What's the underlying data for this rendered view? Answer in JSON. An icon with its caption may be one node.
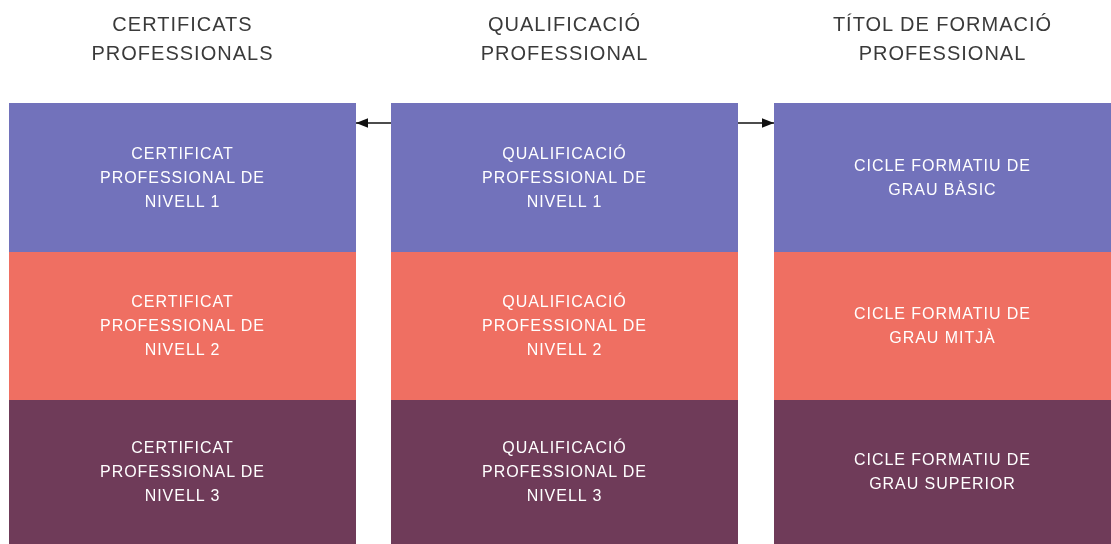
{
  "diagram": {
    "nodes": [
      {
        "text": [
          "CERTIFICAT PROFESSIONAL DE NIVELL 1"
        ]
      },
      {
        "text": [
          "QUALIFICACIÓ PROFESSIONAL DE NIVELL 1"
        ]
      },
      {
        "text": [
          "CICLE FORMATIU DE GRAU BÀSIC"
        ]
      },
      {
        "text": [
          "CERTIFICAT PROFESSIONAL DE NIVELL 2"
        ]
      },
      {
        "text": [
          "QUALIFICACIÓ PROFESSIONAL DE NIVELL 2"
        ]
      },
      {
        "text": [
          "CICLE FORMATIU DE GRAU MITJÀ"
        ]
      },
      {
        "text": [
          "CERTIFICAT PROFESSIONAL DE NIVELL 3"
        ]
      },
      {
        "text": [
          "QUALIFICACIÓ PROFESSIONAL DE NIVELL 3"
        ]
      },
      {
        "text": [
          "CICLE FORMATIU DE GRAU SUPERIOR"
        ]
      }
    ],
    "edges": [
      {
        "from": 1,
        "to": 0,
        "arrow": "to"
      },
      {
        "from": 1,
        "to": 2,
        "arrow": "to"
      }
    ],
    "labels": [
      "CERTIFICATS PROFESSIONALS",
      "QUALIFICACIÓ PROFESSIONAL",
      "TÍTOL DE FORMACIÓ PROFESSIONAL"
    ]
  }
}
